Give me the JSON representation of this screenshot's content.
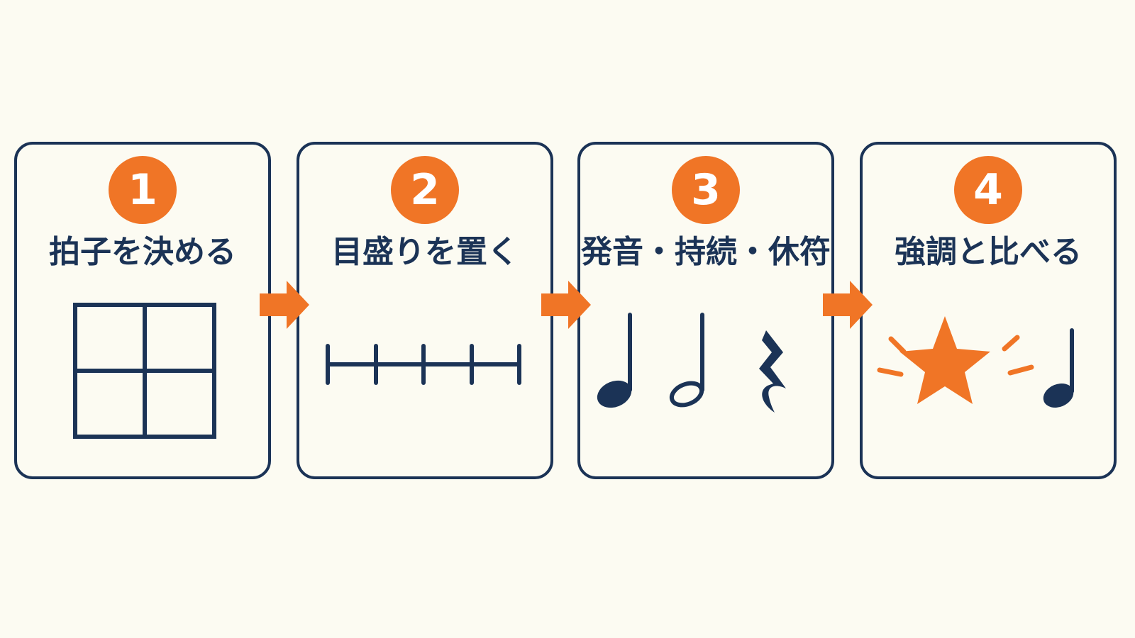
{
  "steps": [
    {
      "number": "1",
      "title": "拍子を決める",
      "illustration": "four-cell-grid-icon"
    },
    {
      "number": "2",
      "title": "目盛りを置く",
      "illustration": "tick-ruler-icon"
    },
    {
      "number": "3",
      "title": "発音・持続・休符",
      "illustration": "quarter-note-half-note-rest-icons"
    },
    {
      "number": "4",
      "title": "強調と比べる",
      "illustration": "burst-star-and-quarter-note-icons"
    }
  ],
  "colors": {
    "navy": "#1b3356",
    "orange": "#f07526",
    "background": "#fcfbf2"
  }
}
